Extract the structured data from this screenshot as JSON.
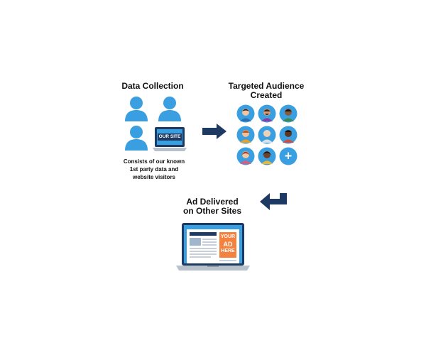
{
  "data_collection": {
    "title": "Data Collection",
    "site_label": "OUR SITE",
    "caption_lines": [
      "Consists of our known",
      "1st party data and",
      "website visitors"
    ]
  },
  "targeted_audience": {
    "title_lines": [
      "Targeted Audience",
      "Created"
    ],
    "add_symbol": "+"
  },
  "ad_delivered": {
    "title_lines": [
      "Ad Delivered",
      "on Other Sites"
    ],
    "ad_lines": [
      "YOUR",
      "AD",
      "HERE"
    ]
  },
  "colors": {
    "person_blue": "#3a9fe0",
    "navy": "#1e3a63",
    "orange": "#f4823e",
    "avatar_border": "#7cbbe8"
  }
}
